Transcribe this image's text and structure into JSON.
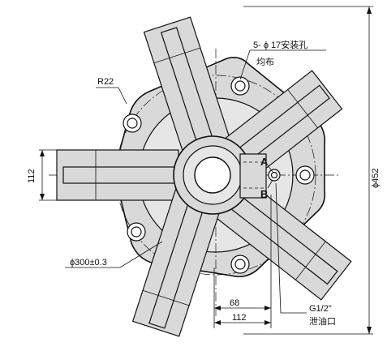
{
  "drawing": {
    "labels": {
      "hole_spec": "5- ϕ 17安装孔",
      "evenly": "均布",
      "radius": "R22",
      "bolt_circle": "ϕ300±0.3",
      "outer_dia": "ϕ452",
      "height_112": "112",
      "width_68": "68",
      "width_112": "112",
      "port_a": "A",
      "port_b": "B",
      "thread": "G1/2\"",
      "drain": "泄油口"
    }
  }
}
